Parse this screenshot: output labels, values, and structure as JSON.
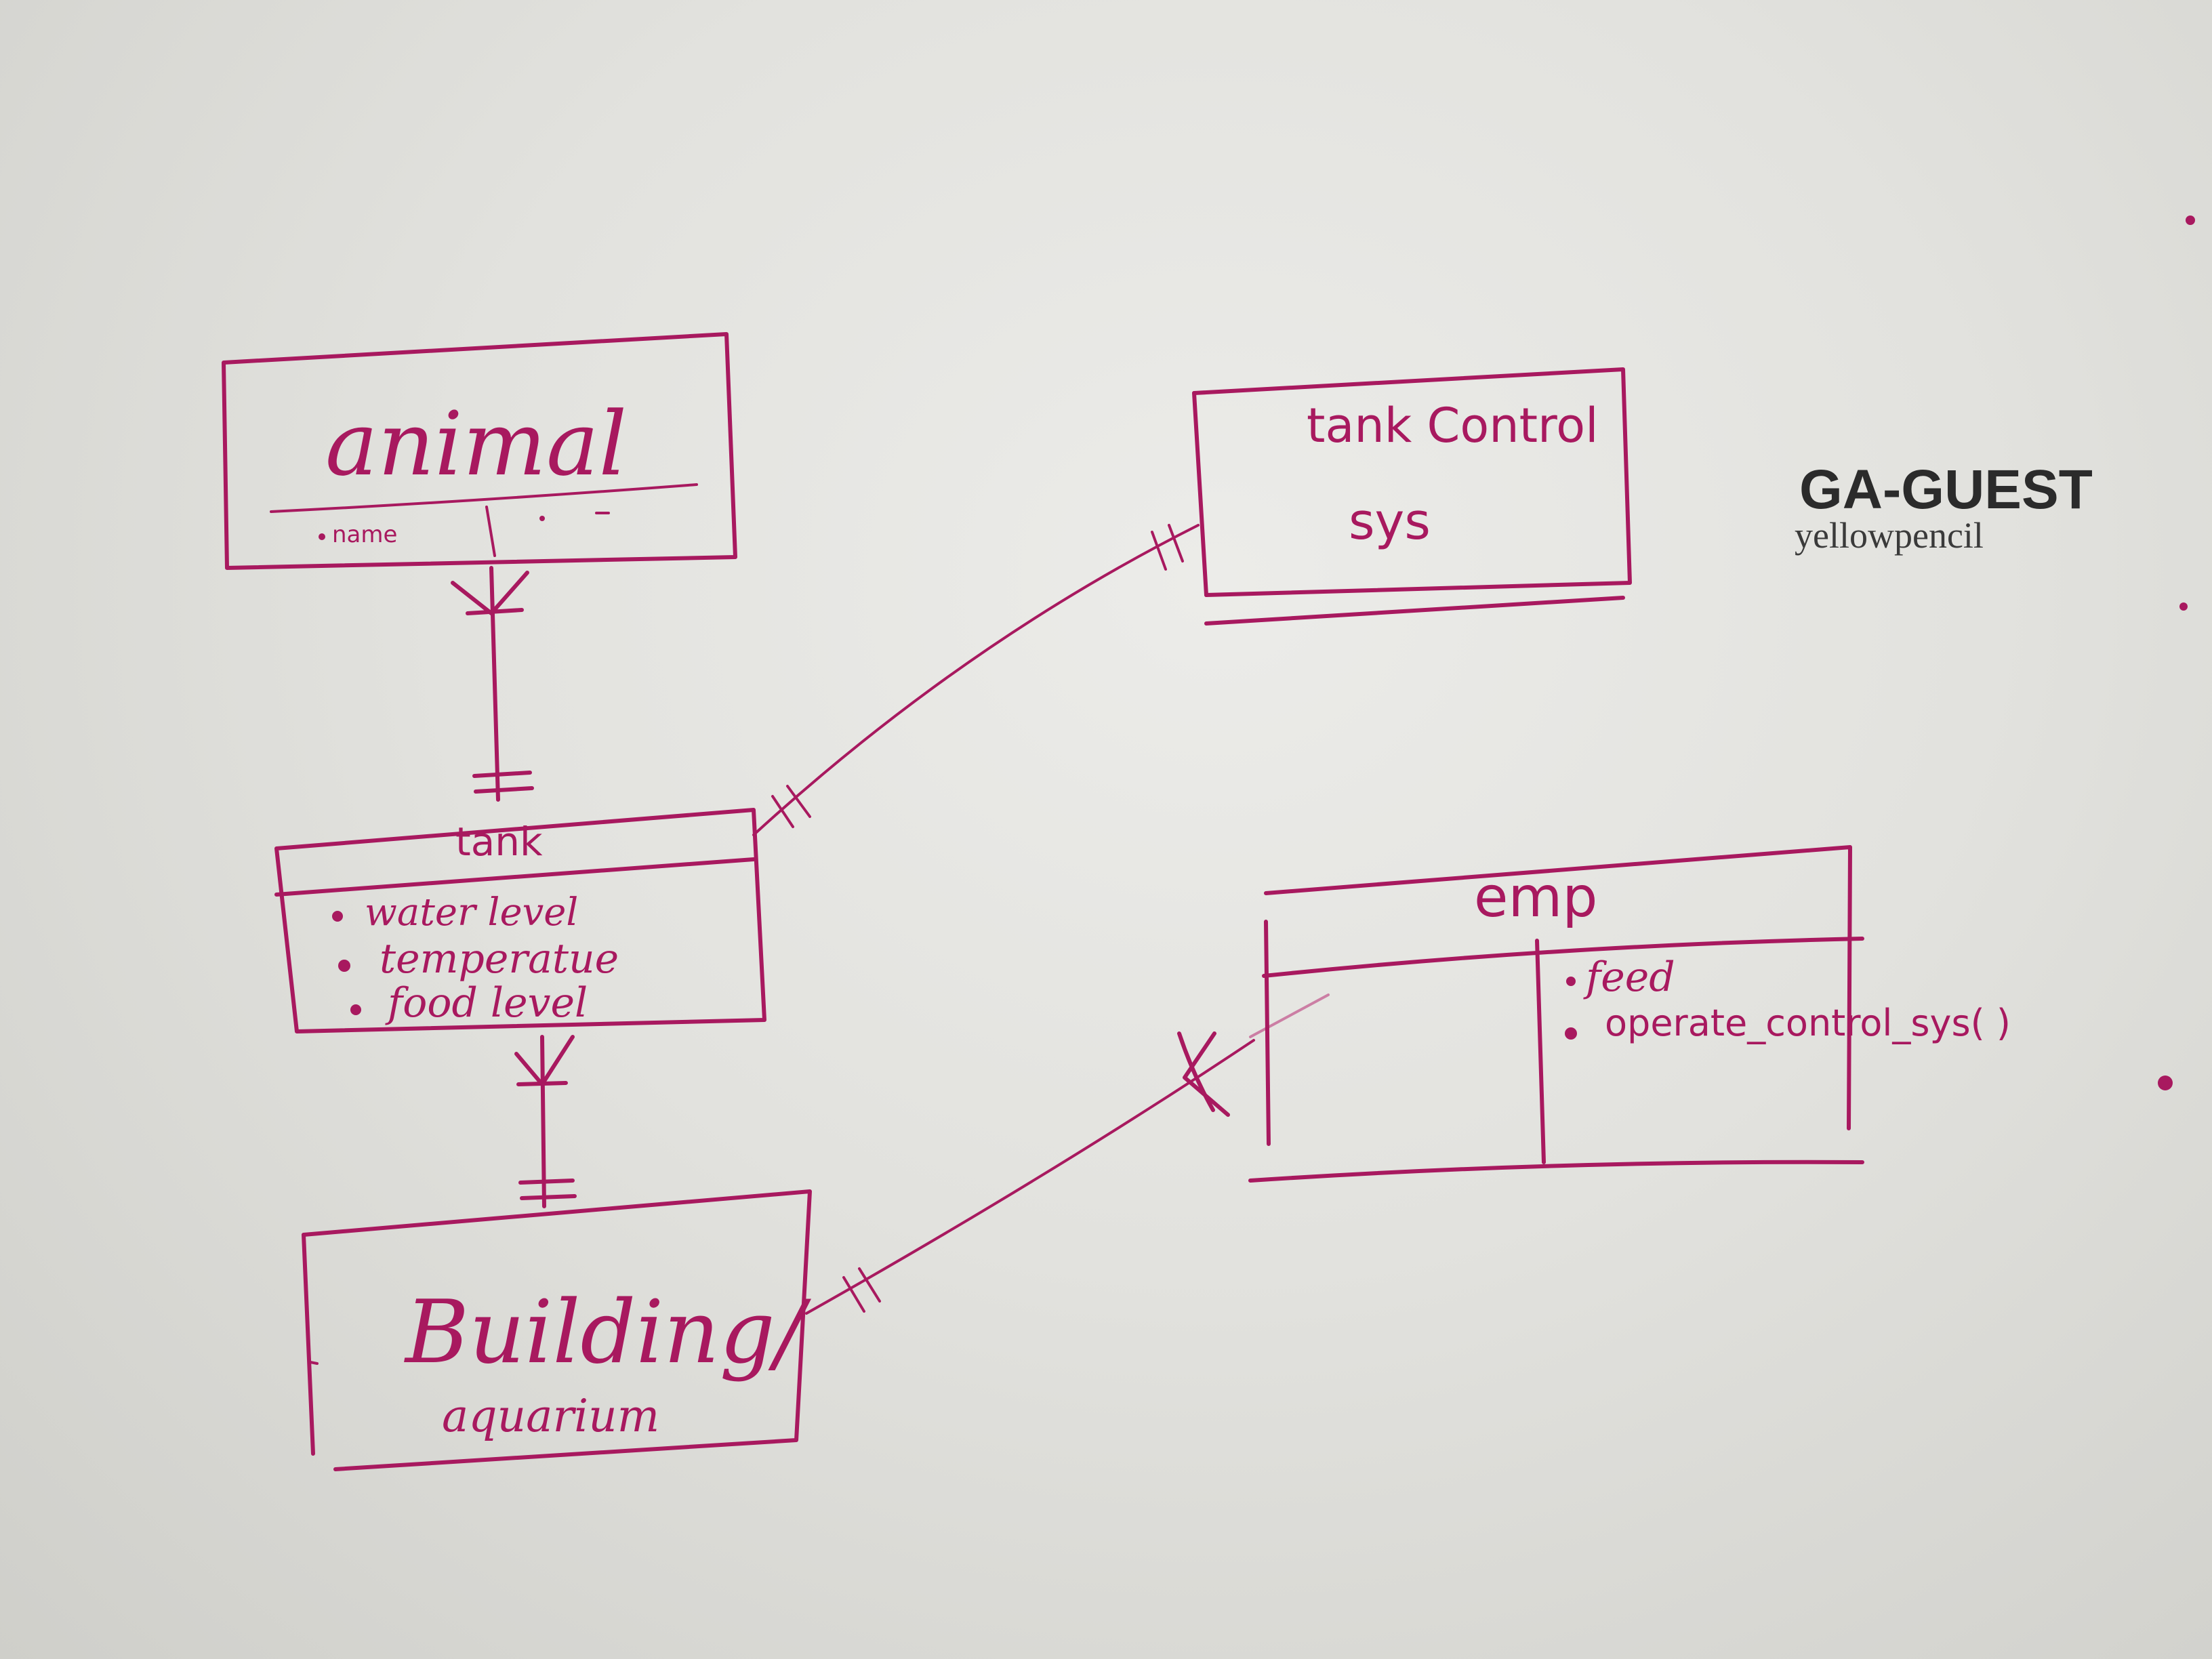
{
  "entities": {
    "animal": {
      "title": "animal",
      "attributes": [
        "name"
      ]
    },
    "tank_control": {
      "title_line1": "tank Control",
      "title_line2": "sys"
    },
    "tank": {
      "title": "tank",
      "attributes": [
        "water level",
        "temperatue",
        "food level"
      ]
    },
    "emp": {
      "title": "emp",
      "methods": [
        "feed",
        "operate_control_sys( )"
      ]
    },
    "building": {
      "title_line1": "Building/",
      "title_line2": "aquarium"
    }
  },
  "watermark": {
    "title": "GA-GUEST",
    "subtitle": "yellowpencil"
  },
  "colors": {
    "ink": "#a8195f",
    "board": "#e6e6e3"
  }
}
